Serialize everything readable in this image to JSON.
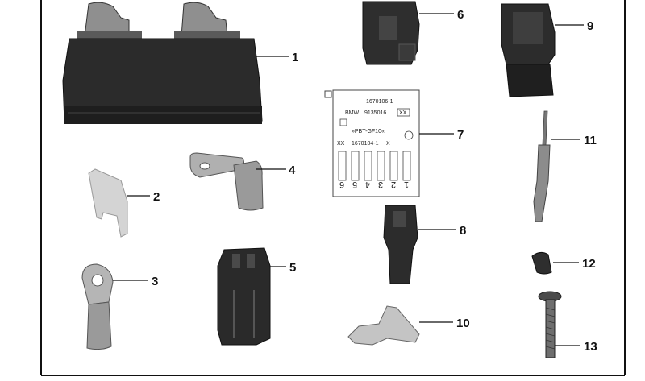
{
  "callouts": [
    {
      "id": "1",
      "text": "1"
    },
    {
      "id": "2",
      "text": "2"
    },
    {
      "id": "3",
      "text": "3"
    },
    {
      "id": "4",
      "text": "4"
    },
    {
      "id": "5",
      "text": "5"
    },
    {
      "id": "6",
      "text": "6"
    },
    {
      "id": "7",
      "text": "7"
    },
    {
      "id": "8",
      "text": "8"
    },
    {
      "id": "9",
      "text": "9"
    },
    {
      "id": "10",
      "text": "10"
    },
    {
      "id": "11",
      "text": "11"
    },
    {
      "id": "12",
      "text": "12"
    },
    {
      "id": "13",
      "text": "13"
    }
  ],
  "label7": {
    "line1": "1670106-1",
    "line2_left": "BMW",
    "line2_right": "9135016",
    "line2_box": "XX",
    "line3": "»PBT-GF10«",
    "line4_left": "XX",
    "line4_mid": "1670104-1",
    "line4_right": "X",
    "pins": [
      "6",
      "5",
      "4",
      "3",
      "2",
      "1"
    ]
  },
  "colors": {
    "frame": "#111111",
    "dark_plastic": "#2b2b2b",
    "grey_plastic": "#8a8a8a",
    "metal": "#b5b5b5",
    "fuse": "#d4d4d4"
  }
}
